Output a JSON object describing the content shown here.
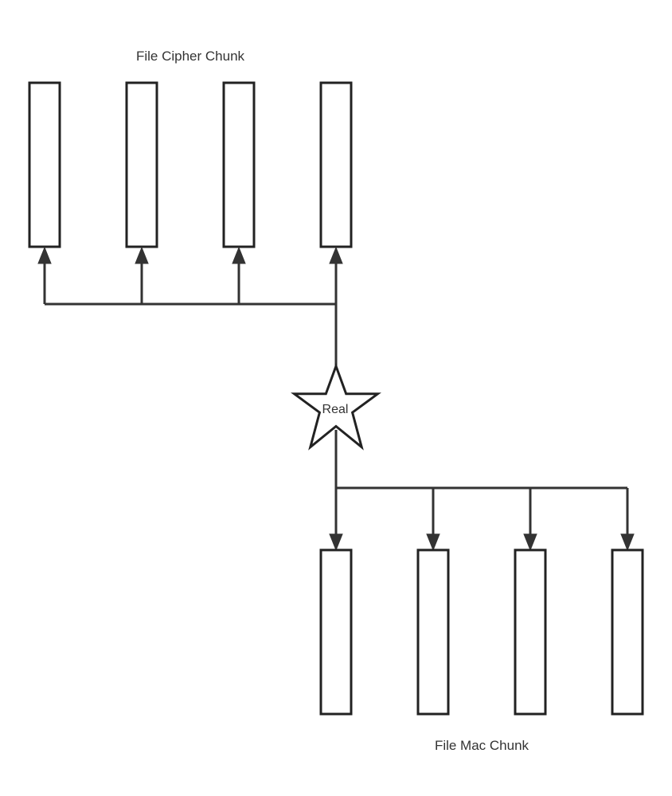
{
  "top_group": {
    "label": "File Cipher Chunk",
    "chunk_count": 4
  },
  "bottom_group": {
    "label": "File Mac Chunk",
    "chunk_count": 4
  },
  "center_node": {
    "label": "Real",
    "shape": "star-icon"
  },
  "colors": {
    "stroke": "#333333",
    "box_stroke": "#222222",
    "background": "#ffffff"
  }
}
